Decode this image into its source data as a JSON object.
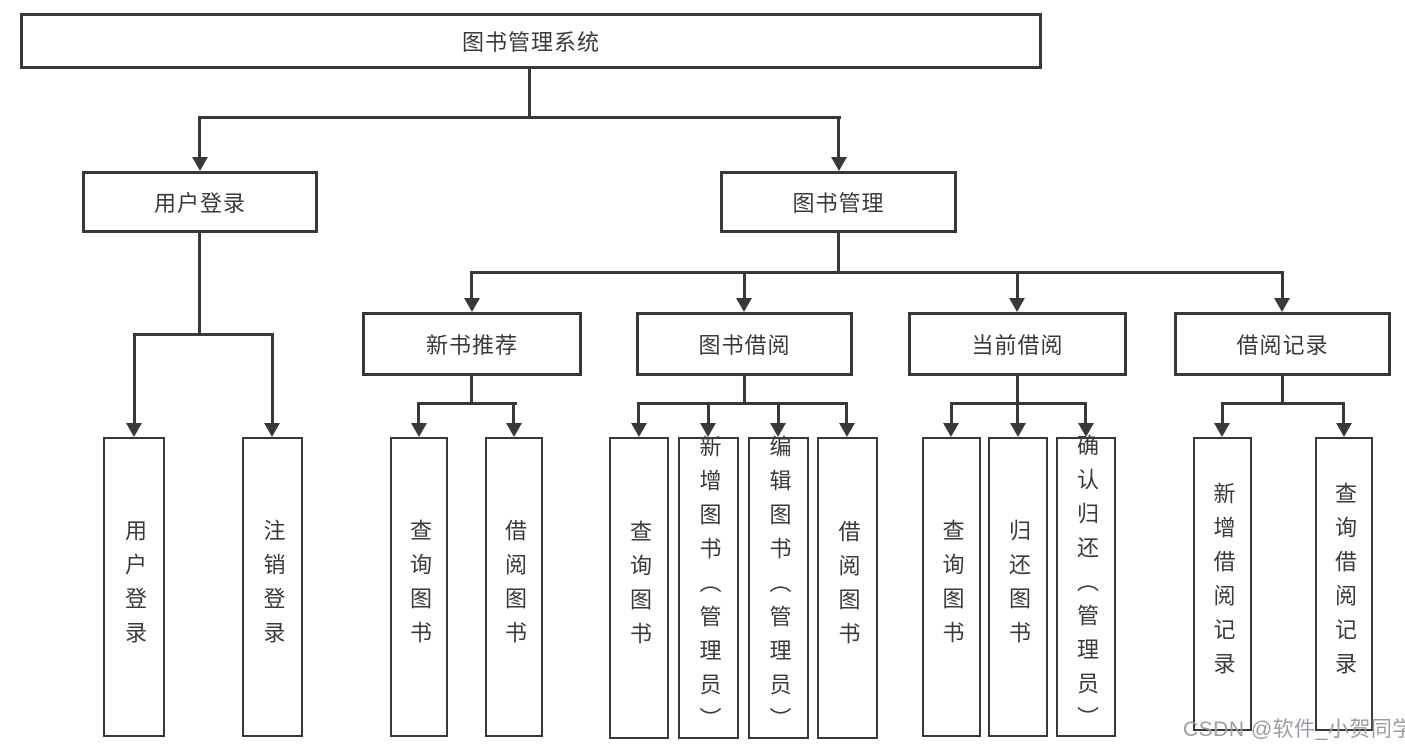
{
  "tree": {
    "label": "图书管理系统",
    "children": [
      {
        "label": "用户登录",
        "children": [
          {
            "label": "用户登录"
          },
          {
            "label": "注销登录"
          }
        ]
      },
      {
        "label": "图书管理",
        "children": [
          {
            "label": "新书推荐",
            "children": [
              {
                "label": "查询图书"
              },
              {
                "label": "借阅图书"
              }
            ]
          },
          {
            "label": "图书借阅",
            "children": [
              {
                "label": "查询图书"
              },
              {
                "label": "新增图书（管理员）"
              },
              {
                "label": "编辑图书（管理员）"
              },
              {
                "label": "借阅图书"
              }
            ]
          },
          {
            "label": "当前借阅",
            "children": [
              {
                "label": "查询图书"
              },
              {
                "label": "归还图书"
              },
              {
                "label": "确认归还（管理员）"
              }
            ]
          },
          {
            "label": "借阅记录",
            "children": [
              {
                "label": "新增借阅记录"
              },
              {
                "label": "查询借阅记录"
              }
            ]
          }
        ]
      }
    ]
  },
  "watermark": {
    "text": "CSDN @软件_小贺同学"
  },
  "colors": {
    "line": "#383838",
    "text": "#3a3a3a",
    "watermark": "#9c9ca4",
    "background": "#ffffff"
  }
}
